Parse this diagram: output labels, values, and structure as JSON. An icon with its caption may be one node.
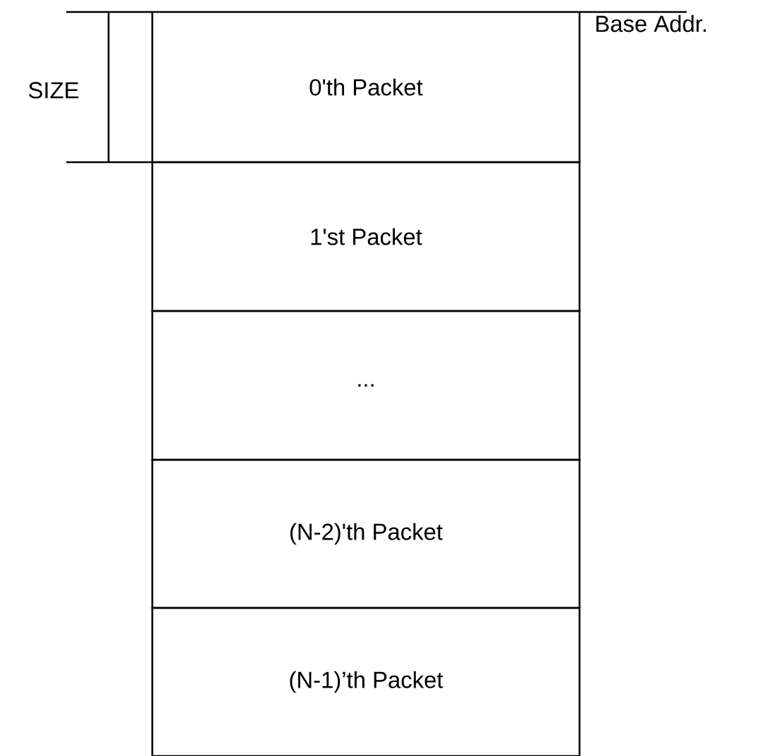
{
  "diagram": {
    "nodes": [
      {
        "text": [
          "0'th Packet"
        ]
      },
      {
        "text": [
          "1'st Packet"
        ]
      },
      {
        "text": [
          "..."
        ]
      },
      {
        "text": [
          "(N-2)'th Packet"
        ]
      },
      {
        "text": [
          "(N-1)’th Packet"
        ]
      }
    ],
    "labels": [
      "SIZE",
      "Base Addr."
    ]
  }
}
